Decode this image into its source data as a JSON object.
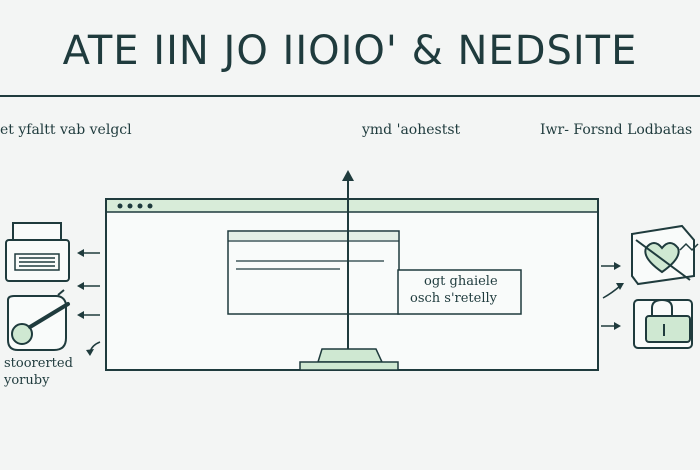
{
  "header": {
    "title": "ATE IIN  JO IIOIO' & NEDSITE"
  },
  "captions": {
    "left": "et yfaltt vab velgcl",
    "middle": "ymd 'aohestst",
    "right": "Iwr- Forsnd Lodbatas"
  },
  "popup": {
    "line1": "ogt ghaiele",
    "line2": "osch s'retelly"
  },
  "left_panel": {
    "line1": "stoorerted",
    "line2": "yoruby"
  },
  "icons": {
    "left_top": "printer-icon",
    "left_bottom": "magnifier-icon",
    "right_top": "broken-heart-icon",
    "right_bottom": "padlock-icon"
  },
  "colors": {
    "ink": "#1f3b3d",
    "accent": "#cfe8d2",
    "browser_bar": "#d8ecd9"
  }
}
